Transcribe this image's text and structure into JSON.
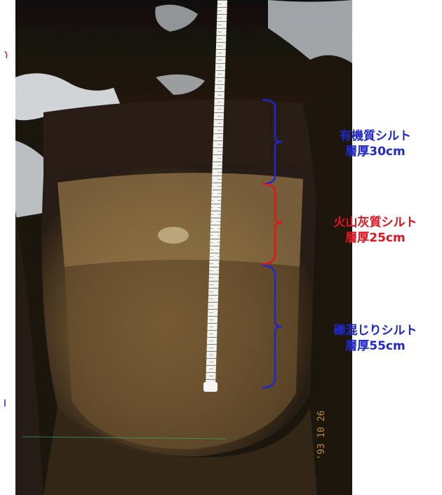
{
  "photo": {
    "subject": "soil-profile-pit",
    "date_stamp": "'93 10 26"
  },
  "layers": [
    {
      "name": "有機質シルト",
      "thickness": "層厚30cm",
      "color": "#1f28c8"
    },
    {
      "name": "火山灰質シルト",
      "thickness": "層厚25cm",
      "color": "#e0141e"
    },
    {
      "name": "礫混じりシルト",
      "thickness": "層厚55cm",
      "color": "#1f28c8"
    }
  ],
  "colors": {
    "bracket_blue": "#1f28c8",
    "bracket_red": "#e0141e",
    "topsoil": "#15110d",
    "organic_silt": "#2b2016",
    "volcanic_silt": "#8a6a3c",
    "gravel_silt": "#6e5430"
  }
}
